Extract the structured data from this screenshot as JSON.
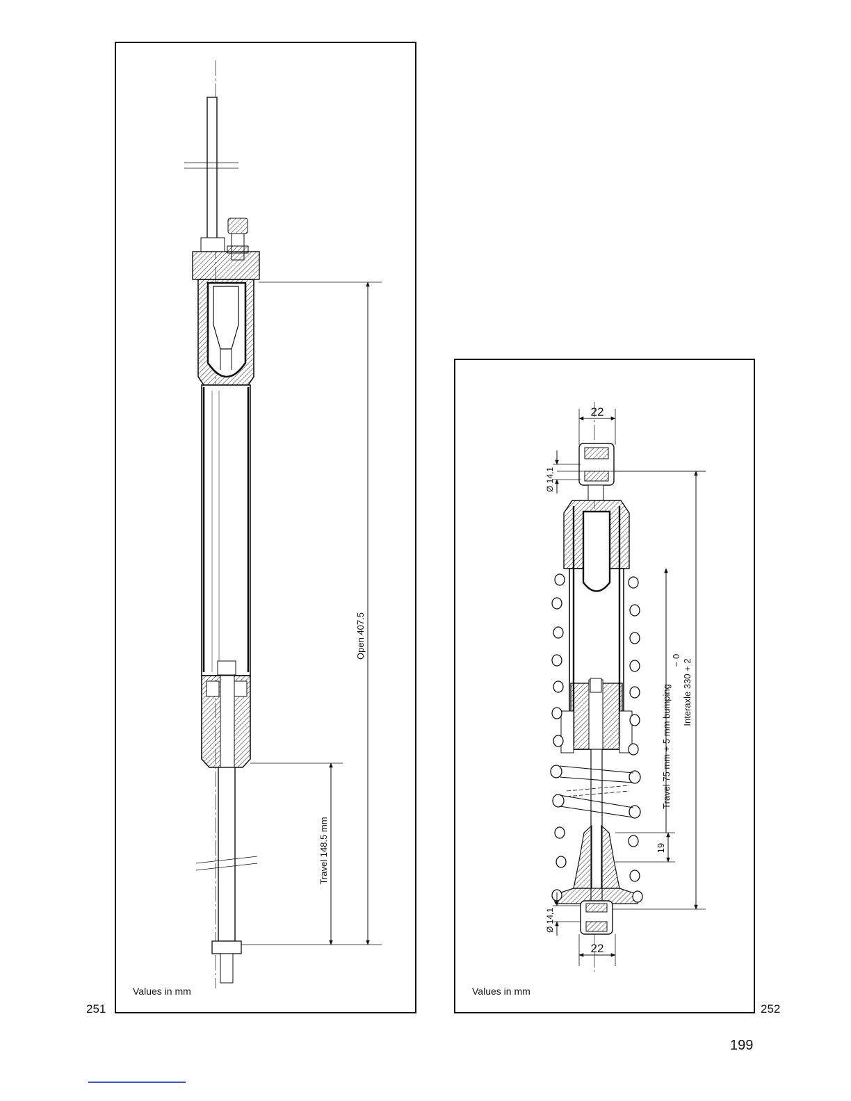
{
  "figures": [
    {
      "number": "251",
      "caption": "Values in mm",
      "dimensions": {
        "open": "Open 407.5",
        "travel": "Travel 148.5 mm"
      }
    },
    {
      "number": "252",
      "caption": "Values in mm",
      "dimensions": {
        "width_top": "22",
        "width_bottom": "22",
        "bore_top": "Ø 14,1",
        "bore_bottom": "Ø 14,1",
        "travel": "Travel 75 mm + 5 mm bumping",
        "interaxle": "Interaxle 330 + 2",
        "tolerance_minus": "− 0",
        "bump_stop": "19"
      }
    }
  ],
  "page_number": "199"
}
